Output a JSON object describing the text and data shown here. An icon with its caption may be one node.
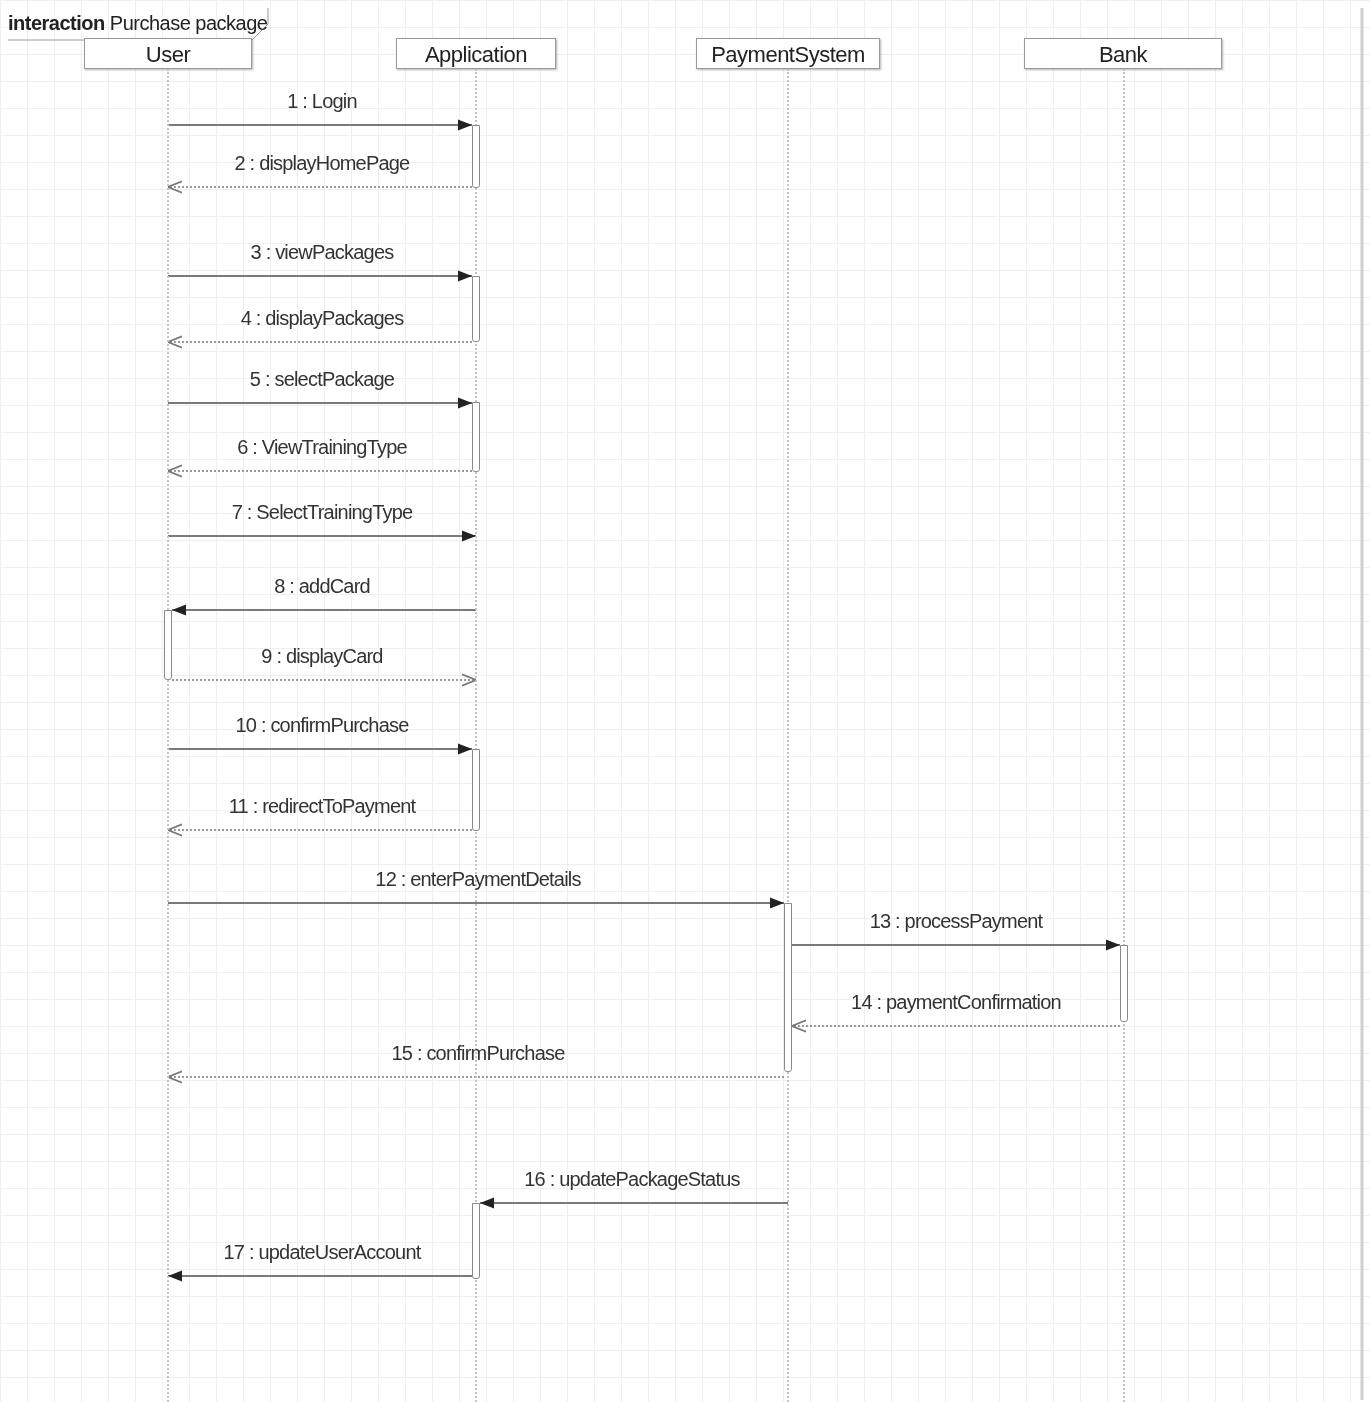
{
  "diagram": {
    "title": "**interaction** Purchase package",
    "nodes": [
      {
        "text": [
          "User"
        ]
      },
      {
        "text": [
          "Application"
        ]
      },
      {
        "text": [
          "PaymentSystem"
        ]
      },
      {
        "text": [
          "Bank"
        ]
      },
      {
        "text": [],
        "shape": "line"
      },
      {
        "text": [],
        "shape": "line"
      },
      {
        "text": [],
        "shape": "line"
      },
      {
        "text": [],
        "shape": "line"
      },
      {
        "text": [],
        "shape": "bar"
      },
      {
        "text": [],
        "shape": "bar"
      },
      {
        "text": [],
        "shape": "bar"
      },
      {
        "text": [],
        "shape": "bar"
      },
      {
        "text": [],
        "shape": "bar"
      },
      {
        "text": [],
        "shape": "bar"
      },
      {
        "text": [],
        "shape": "bar"
      },
      {
        "text": [],
        "shape": "bar"
      }
    ],
    "edges": [
      {
        "from": 4,
        "to": 8,
        "arrow": "to",
        "label": "1 : Login"
      },
      {
        "from": 8,
        "to": 4,
        "arrow": "to",
        "label": "2 : displayHomePage",
        "style": "dashed"
      },
      {
        "from": 4,
        "to": 9,
        "arrow": "to",
        "label": "3 : viewPackages"
      },
      {
        "from": 9,
        "to": 4,
        "arrow": "to",
        "label": "4 : displayPackages",
        "style": "dashed"
      },
      {
        "from": 4,
        "to": 10,
        "arrow": "to",
        "label": "5 : selectPackage"
      },
      {
        "from": 10,
        "to": 4,
        "arrow": "to",
        "label": "6 : ViewTrainingType",
        "style": "dashed"
      },
      {
        "from": 4,
        "to": 5,
        "arrow": "to",
        "label": "7 : SelectTrainingType"
      },
      {
        "from": 5,
        "to": 11,
        "arrow": "to",
        "label": "8 : addCard"
      },
      {
        "from": 11,
        "to": 5,
        "arrow": "to",
        "label": "9 : displayCard",
        "style": "dashed"
      },
      {
        "from": 4,
        "to": 12,
        "arrow": "to",
        "label": "10 : confirmPurchase"
      },
      {
        "from": 12,
        "to": 4,
        "arrow": "to",
        "label": "11 : redirectToPayment",
        "style": "dashed"
      },
      {
        "from": 4,
        "to": 13,
        "arrow": "to",
        "label": "12 : enterPaymentDetails"
      },
      {
        "from": 13,
        "to": 14,
        "arrow": "to",
        "label": "13 : processPayment"
      },
      {
        "from": 14,
        "to": 13,
        "arrow": "to",
        "label": "14 : paymentConfirmation",
        "style": "dashed"
      },
      {
        "from": 13,
        "to": 4,
        "arrow": "to",
        "label": "15 : confirmPurchase",
        "style": "dashed"
      },
      {
        "from": 6,
        "to": 15,
        "arrow": "to",
        "label": "16 : updatePackageStatus"
      },
      {
        "from": 15,
        "to": 4,
        "arrow": "to",
        "label": "17 : updateUserAccount"
      }
    ]
  }
}
